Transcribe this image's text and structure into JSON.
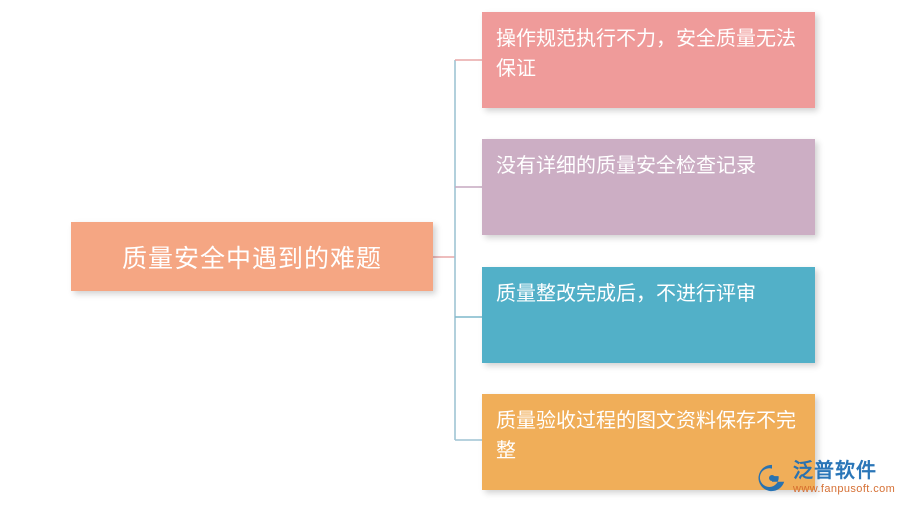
{
  "diagram": {
    "type": "mind-map",
    "root": {
      "label": "质量安全中遇到的难题",
      "color": "#f5a683"
    },
    "branches": [
      {
        "label": "操作规范执行不力，安全质量无法保证",
        "color": "#ef9b9a"
      },
      {
        "label": "没有详细的质量安全检查记录",
        "color": "#ccaec4"
      },
      {
        "label": "质量整改完成后，不进行评审",
        "color": "#52b0c8"
      },
      {
        "label": "质量验收过程的图文资料保存不完整",
        "color": "#f0ae59"
      }
    ],
    "connector_color": "#8fb8c9"
  },
  "watermark": {
    "name": "泛普软件",
    "url": "www.fanpusoft.com",
    "mark_color": "#1f6fb5",
    "name_color": "#1f6fb5",
    "url_color": "#d46a2c"
  }
}
